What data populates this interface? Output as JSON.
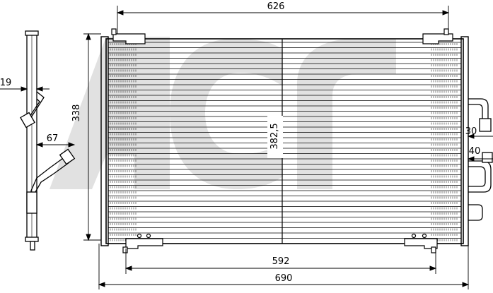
{
  "logo": {
    "text": "acr",
    "color": "#e1e1e1",
    "style": "large grey watermark letters behind the drawing"
  },
  "drawing": {
    "subject": "condenser",
    "line_color": "#000000",
    "background": "#ffffff",
    "dimensions": {
      "top_width": "626",
      "left_height": "338",
      "core_height": "382,5",
      "left_pipe_offset": "19",
      "left_pipe_length": "67",
      "right_upper_port": "30",
      "right_lower_port": "40",
      "bracket_span": "592",
      "overall_width": "690"
    }
  }
}
